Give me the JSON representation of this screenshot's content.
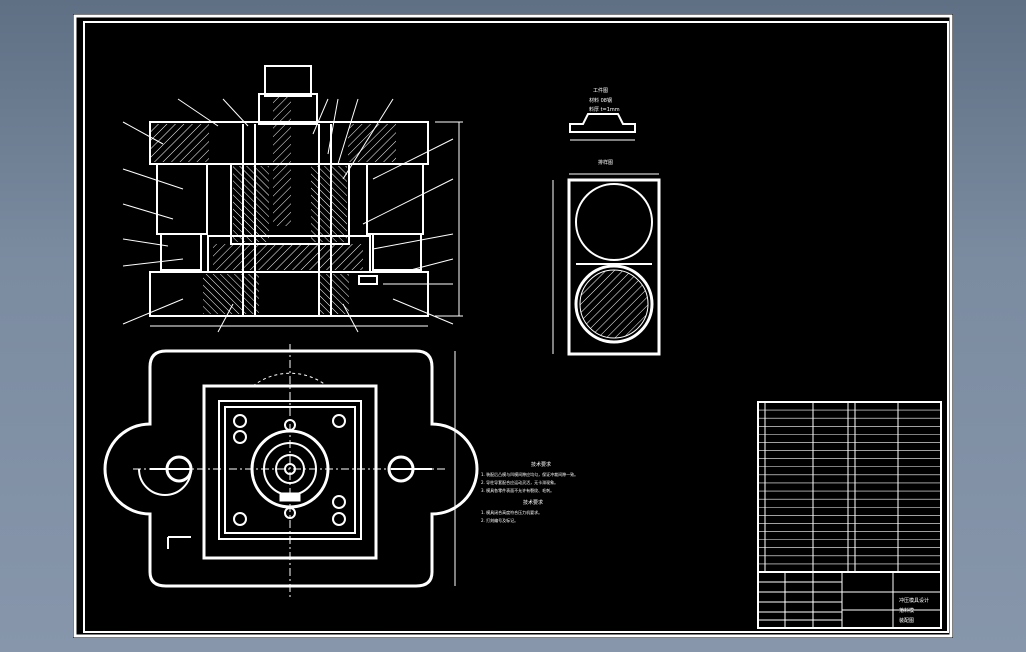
{
  "app": {
    "window_color_top": "#5f6f84",
    "window_color_bottom": "#8796ab",
    "canvas_color": "#000000",
    "line_color": "#ffffff"
  },
  "drawing": {
    "part_view_title_top": "工件图",
    "part_view_note_1": "材料 08钢",
    "part_view_note_2": "料厚 t=1mm",
    "layout_view_title": "排样图",
    "tech_title": "技术要求",
    "tech_lines": [
      "1. 装配后凸模与凹模间隙应均匀，保证冲裁间隙一致。",
      "2. 导柱导套配合应运动灵活，无卡滞现象。",
      "3. 模具各零件表面不允许有裂纹、毛刺。"
    ],
    "tech_title_2": "技术要求",
    "tech_lines_2": [
      "1. 模具闭合高度符合压力机要求。",
      "2. 打刻编号及标记。"
    ]
  },
  "title_block": {
    "company": "冲压模具设计",
    "drawing_name": "落料模",
    "drawing_no": "装配图"
  }
}
